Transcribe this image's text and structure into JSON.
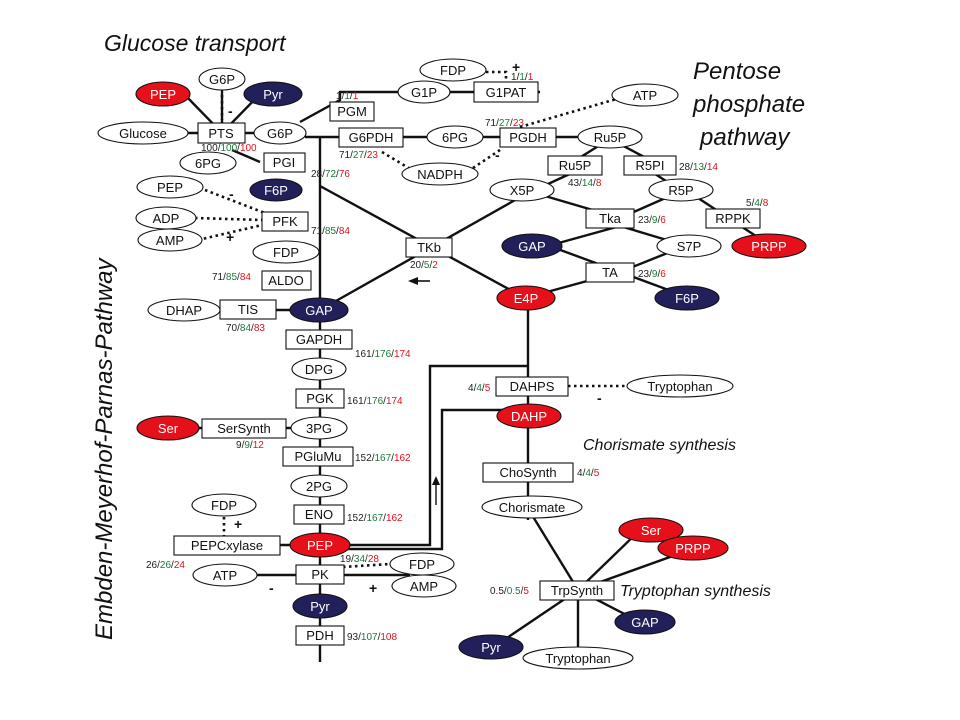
{
  "titles": {
    "glucose_transport": "Glucose transport",
    "pentose_1": "Pentose",
    "pentose_2": "phosphate",
    "pentose_3": "pathway",
    "emp": "Embden-Meyerhof-Parnas-Pathway",
    "chorismate": "Chorismate synthesis",
    "tryptophan": "Tryptophan synthesis"
  },
  "colors": {
    "red": "#e5101a",
    "navy": "#22205a",
    "green": "#1a7a3a",
    "black": "#222222",
    "white": "#ffffff"
  },
  "metabolites": {
    "pep_a": "PEP",
    "g6p_a": "G6P",
    "pyr_a": "Pyr",
    "glucose": "Glucose",
    "g6p_b": "G6P",
    "sixpg_a": "6PG",
    "fdp_a": "FDP",
    "g1p": "G1P",
    "sixpg_b": "6PG",
    "nadph": "NADPH",
    "atp_a": "ATP",
    "ru5p": "Ru5P",
    "f6p_a": "F6P",
    "pep_b": "PEP",
    "adp": "ADP",
    "amp_a": "AMP",
    "fdp_b": "FDP",
    "x5p": "X5P",
    "r5p": "R5P",
    "gap_a": "GAP",
    "s7p": "S7P",
    "prpp_a": "PRPP",
    "dhap": "DHAP",
    "gap_b": "GAP",
    "e4p": "E4P",
    "f6p_b": "F6P",
    "dpg": "DPG",
    "tryptophan_a": "Tryptophan",
    "dahp": "DAHP",
    "ser_a": "Ser",
    "threepg": "3PG",
    "twopg": "2PG",
    "chorismate": "Chorismate",
    "fdp_c": "FDP",
    "pep_c": "PEP",
    "ser_b": "Ser",
    "fdp_d": "FDP",
    "prpp_b": "PRPP",
    "atp_b": "ATP",
    "amp_b": "AMP",
    "pyr_b": "Pyr",
    "gap_c": "GAP",
    "pyr_c": "Pyr",
    "tryptophan_b": "Tryptophan"
  },
  "enzymes": {
    "pts": "PTS",
    "pgm": "PGM",
    "g1pat": "G1PAT",
    "g6pdh": "G6PDH",
    "pgdh": "PGDH",
    "pgi": "PGI",
    "ru5p_box": "Ru5P",
    "r5pi": "R5PI",
    "pfk": "PFK",
    "tka": "Tka",
    "rppk": "RPPK",
    "tkb": "TKb",
    "aldo": "ALDO",
    "ta": "TA",
    "tis": "TIS",
    "gapdh": "GAPDH",
    "dahps": "DAHPS",
    "pgk": "PGK",
    "sersynth": "SerSynth",
    "pglumu": "PGluMu",
    "chosynth": "ChoSynth",
    "eno": "ENO",
    "pepcxylase": "PEPCxylase",
    "pk": "PK",
    "trpsynth": "TrpSynth",
    "pdh": "PDH"
  },
  "gene_counts": {
    "pts": [
      "100",
      "100",
      "100"
    ],
    "pgm": [
      "1",
      "1",
      "1"
    ],
    "g1pat": [
      "1",
      "1",
      "1"
    ],
    "pgdh": [
      "71",
      "27",
      "23"
    ],
    "g6pdh": [
      "71",
      "27",
      "23"
    ],
    "pgi": [
      "28",
      "72",
      "76"
    ],
    "ru5p": [
      "43",
      "14",
      "8"
    ],
    "r5pi": [
      "28",
      "13",
      "14"
    ],
    "rppk": [
      "5",
      "4",
      "8"
    ],
    "pfk": [
      "71",
      "85",
      "84"
    ],
    "tka": [
      "23",
      "9",
      "6"
    ],
    "tkb": [
      "20",
      "5",
      "2"
    ],
    "aldo": [
      "71",
      "85",
      "84"
    ],
    "ta": [
      "23",
      "9",
      "6"
    ],
    "tis": [
      "70",
      "84",
      "83"
    ],
    "gapdh": [
      "161",
      "176",
      "174"
    ],
    "dahps": [
      "4",
      "4",
      "5"
    ],
    "pgk": [
      "161",
      "176",
      "174"
    ],
    "sersynth": [
      "9",
      "9",
      "12"
    ],
    "pglumu": [
      "152",
      "167",
      "162"
    ],
    "chosynth": [
      "4",
      "4",
      "5"
    ],
    "eno": [
      "152",
      "167",
      "162"
    ],
    "pk": [
      "19",
      "34",
      "28"
    ],
    "pepcxylase": [
      "26",
      "26",
      "24"
    ],
    "trpsynth": [
      "0.5",
      "0.5",
      "5"
    ],
    "pdh": [
      "93",
      "107",
      "108"
    ]
  },
  "signs": {
    "plus": "+",
    "minus": "-"
  }
}
